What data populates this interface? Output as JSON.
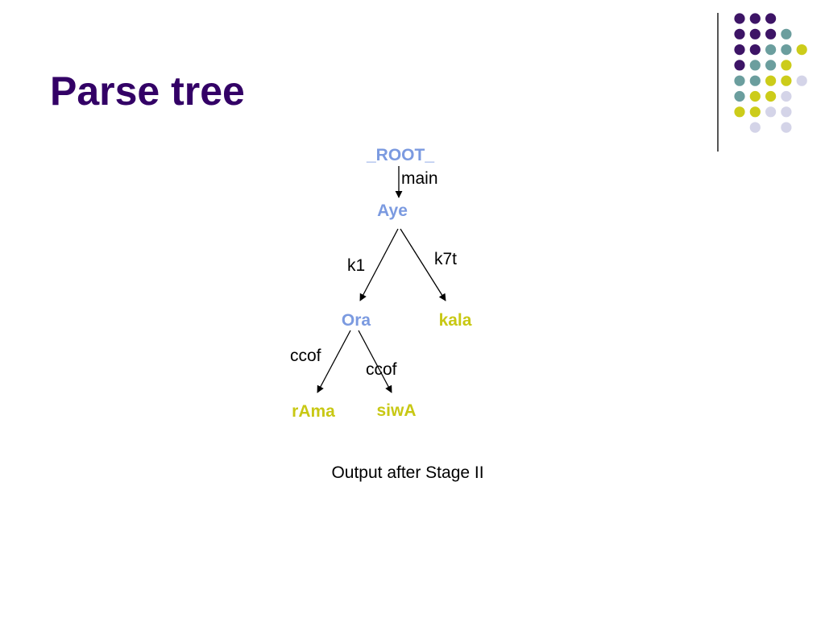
{
  "slide": {
    "title": "Parse tree",
    "caption": "Output after Stage II"
  },
  "colors": {
    "title": "#330066",
    "node_blue": "#7b9ae0",
    "node_yellow": "#c8c814",
    "dot_purple": "#3d1466",
    "dot_teal": "#6b9e9e",
    "dot_yellow": "#cccc1a",
    "dot_lavender": "#d4d4e8"
  },
  "tree": {
    "nodes": [
      {
        "id": "root",
        "label": "_ROOT_",
        "color": "blue"
      },
      {
        "id": "aye",
        "label": "Aye",
        "color": "blue"
      },
      {
        "id": "ora",
        "label": "Ora",
        "color": "blue"
      },
      {
        "id": "kala",
        "label": "kala",
        "color": "yellow"
      },
      {
        "id": "rama",
        "label": "rAma",
        "color": "yellow"
      },
      {
        "id": "siwa",
        "label": "siwA",
        "color": "yellow"
      }
    ],
    "edges": [
      {
        "from": "root",
        "to": "aye",
        "label": "main"
      },
      {
        "from": "aye",
        "to": "ora",
        "label": "k1"
      },
      {
        "from": "aye",
        "to": "kala",
        "label": "k7t"
      },
      {
        "from": "ora",
        "to": "rama",
        "label": "ccof"
      },
      {
        "from": "ora",
        "to": "siwa",
        "label": "ccof"
      }
    ]
  },
  "decoration": {
    "dot_grid": [
      [
        "purple",
        "purple",
        "purple",
        "none",
        "none"
      ],
      [
        "purple",
        "purple",
        "purple",
        "teal",
        "none"
      ],
      [
        "purple",
        "purple",
        "teal",
        "teal",
        "yellow"
      ],
      [
        "purple",
        "teal",
        "teal",
        "yellow",
        "none"
      ],
      [
        "teal",
        "teal",
        "yellow",
        "yellow",
        "lavender"
      ],
      [
        "teal",
        "yellow",
        "yellow",
        "lavender",
        "none"
      ],
      [
        "yellow",
        "yellow",
        "lavender",
        "lavender",
        "none"
      ],
      [
        "none",
        "lavender",
        "none",
        "lavender",
        "none"
      ]
    ]
  }
}
